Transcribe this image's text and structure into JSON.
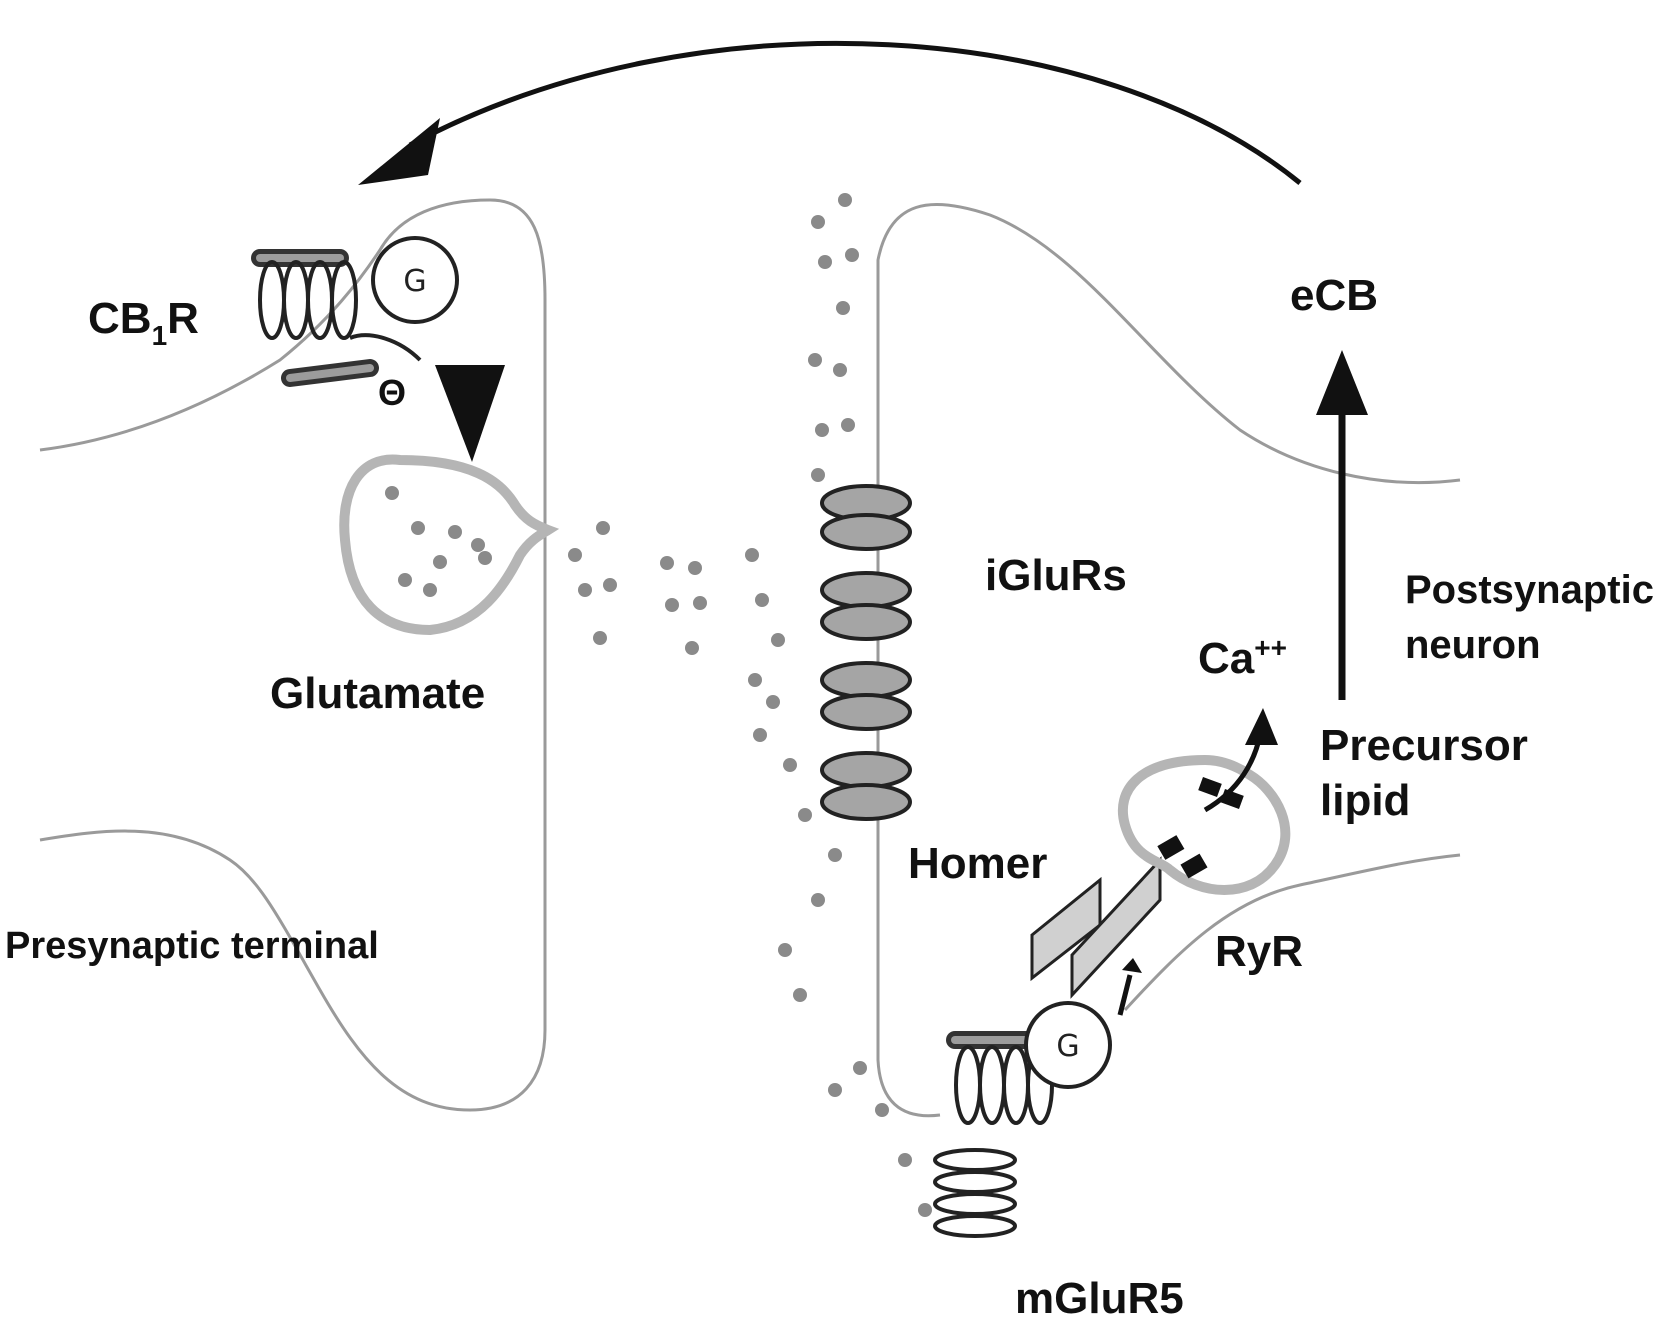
{
  "labels": {
    "cb1r_main": "CB",
    "cb1r_sub": "1",
    "cb1r_end": "R",
    "g_protein_pre": "G",
    "inhibition_symbol": "Θ",
    "glutamate": "Glutamate",
    "presynaptic_terminal": "Presynaptic terminal",
    "iglurs": "iGluRs",
    "homer": "Homer",
    "mglur5": "mGluR5",
    "g_protein_post": "G",
    "ryr": "RyR",
    "ca_main": "Ca",
    "ca_sup": "++",
    "precursor_line1": "Precursor",
    "precursor_line2": "lipid",
    "postsynaptic_line1": "Postsynaptic",
    "postsynaptic_line2": "neuron",
    "ecb": "eCB"
  },
  "colors": {
    "membrane": "#9a9a9a",
    "receptor_fill": "#a5a5a5",
    "glutamate_dot": "#8a8a8a",
    "arrow": "#111111",
    "homer_fill": "#d0d0d0"
  },
  "icons": {
    "retrograde_arrow": "curved-arrow-left",
    "inhibition_arrow": "triangle-down",
    "ecb_arrow": "arrow-up",
    "ca_arrow": "arrow-up"
  }
}
